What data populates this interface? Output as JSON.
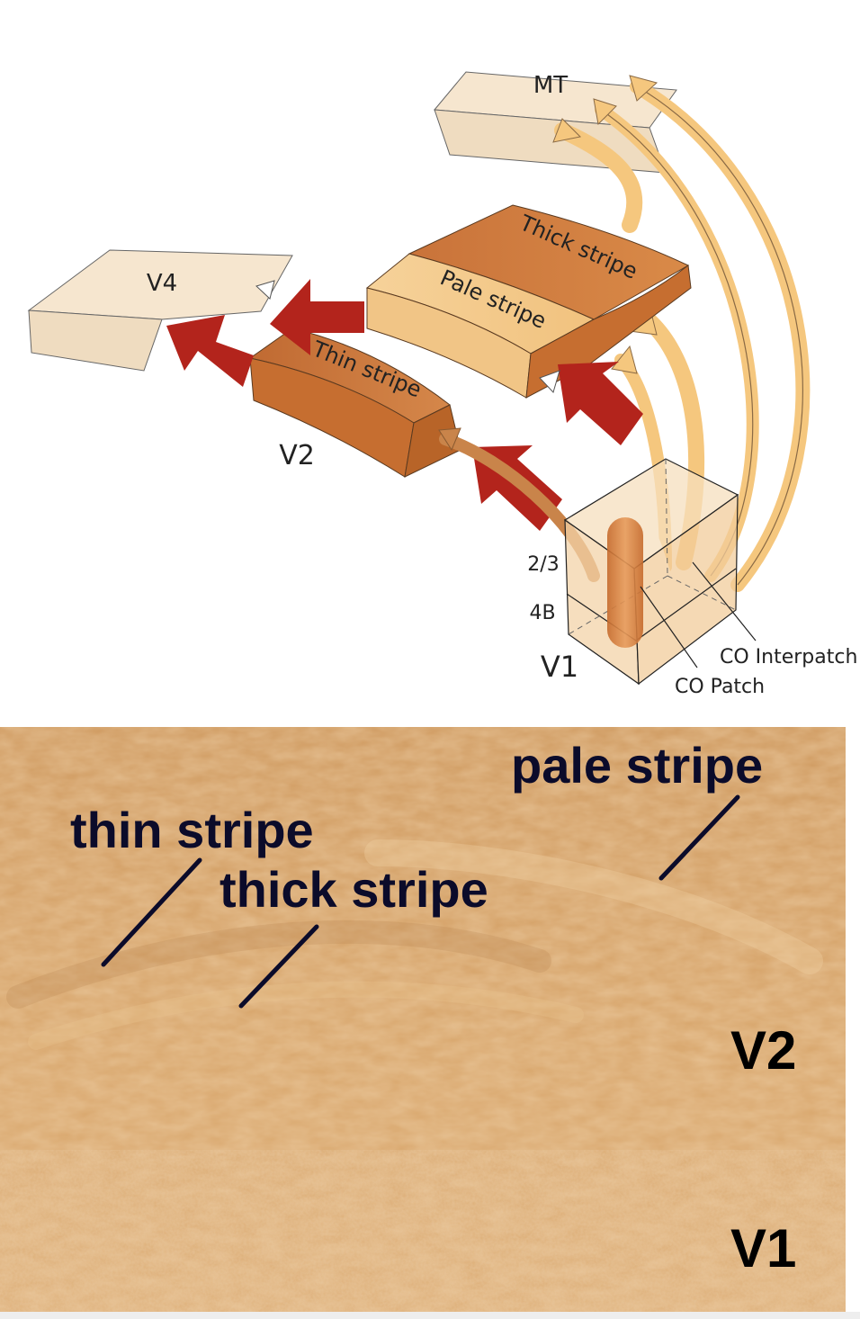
{
  "diagram": {
    "areas": {
      "mt": "MT",
      "v4": "V4",
      "v2": "V2",
      "v1": "V1"
    },
    "stripes": {
      "thick": "Thick stripe",
      "pale": "Pale stripe",
      "thin": "Thin stripe"
    },
    "layers": {
      "upper": "2/3",
      "lower": "4B"
    },
    "callouts": {
      "interpatch": "CO Interpatch",
      "patch": "CO Patch"
    },
    "colors": {
      "area_fill": "#f3e0c4",
      "thick_stripe": "#cf7a3a",
      "pale_stripe": "#f3c98a",
      "thin_stripe": "#cf7a3a",
      "red_arrow": "#b3241c",
      "light_arrow": "#f5c77e"
    }
  },
  "photo": {
    "labels": {
      "pale": "pale stripe",
      "thin": "thin stripe",
      "thick": "thick stripe",
      "v2": "V2",
      "v1": "V1"
    },
    "colors": {
      "tissue_base": "#d4a066",
      "label_text": "#0b0b2a"
    }
  }
}
